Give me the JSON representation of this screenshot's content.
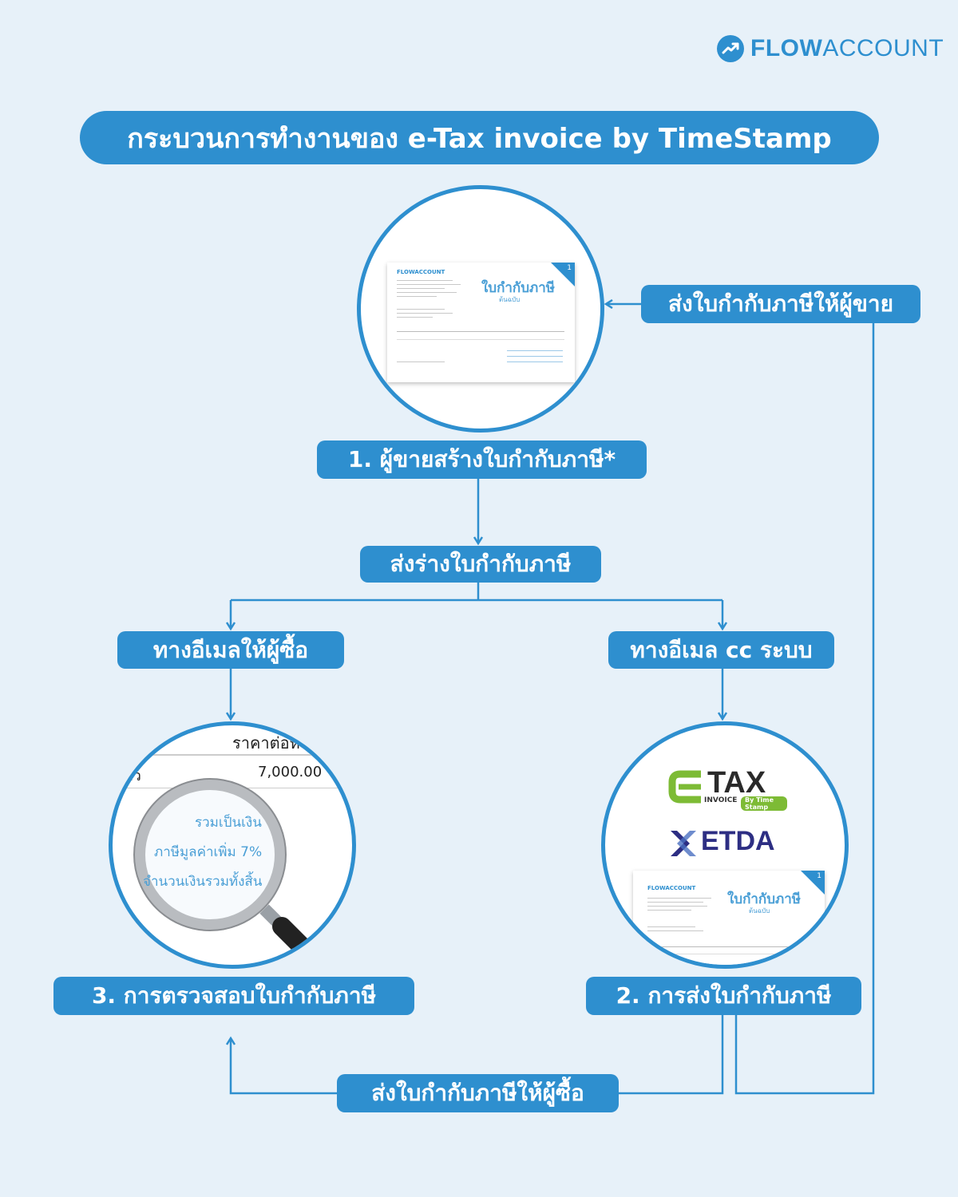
{
  "logo": {
    "text_bold": "FLOW",
    "text_light": "ACCOUNT"
  },
  "title": "กระบวนการทำงานของ e-Tax invoice by TimeStamp",
  "steps": {
    "step1": "1. ผู้ขายสร้างใบกำกับภาษี*",
    "send_draft": "ส่งร่างใบกำกับภาษี",
    "email_buyer": "ทางอีเมลให้ผู้ซื้อ",
    "email_cc": "ทางอีเมล cc ระบบ",
    "step3": "3. การตรวจสอบใบกำกับภาษี",
    "step2": "2. การส่งใบกำกับภาษี",
    "send_to_seller": "ส่งใบกำกับภาษีให้ผู้ขาย",
    "send_to_buyer": "ส่งใบกำกับภาษีให้ผู้ซื้อ"
  },
  "invoice": {
    "brand": "FLOWACCOUNT",
    "title": "ใบกำกับภาษี",
    "subtitle": "ต้นฉบับ",
    "corner": "1"
  },
  "magnifier": {
    "header": "ราคาต่อห",
    "unit": "ตัว",
    "amount": "7,000.00",
    "line1": "รวมเป็นเงิน",
    "line2": "ภาษีมูลค่าเพิ่ม 7%",
    "line3": "จำนวนเงินรวมทั้งสิ้น"
  },
  "logos": {
    "etax_main": "TAX",
    "etax_sub": "INVOICE",
    "etax_by": "By Time Stamp",
    "etda": "ETDA"
  },
  "colors": {
    "primary": "#2e8fcf",
    "background": "#e7f1f9",
    "etax_green": "#7dbb35"
  }
}
